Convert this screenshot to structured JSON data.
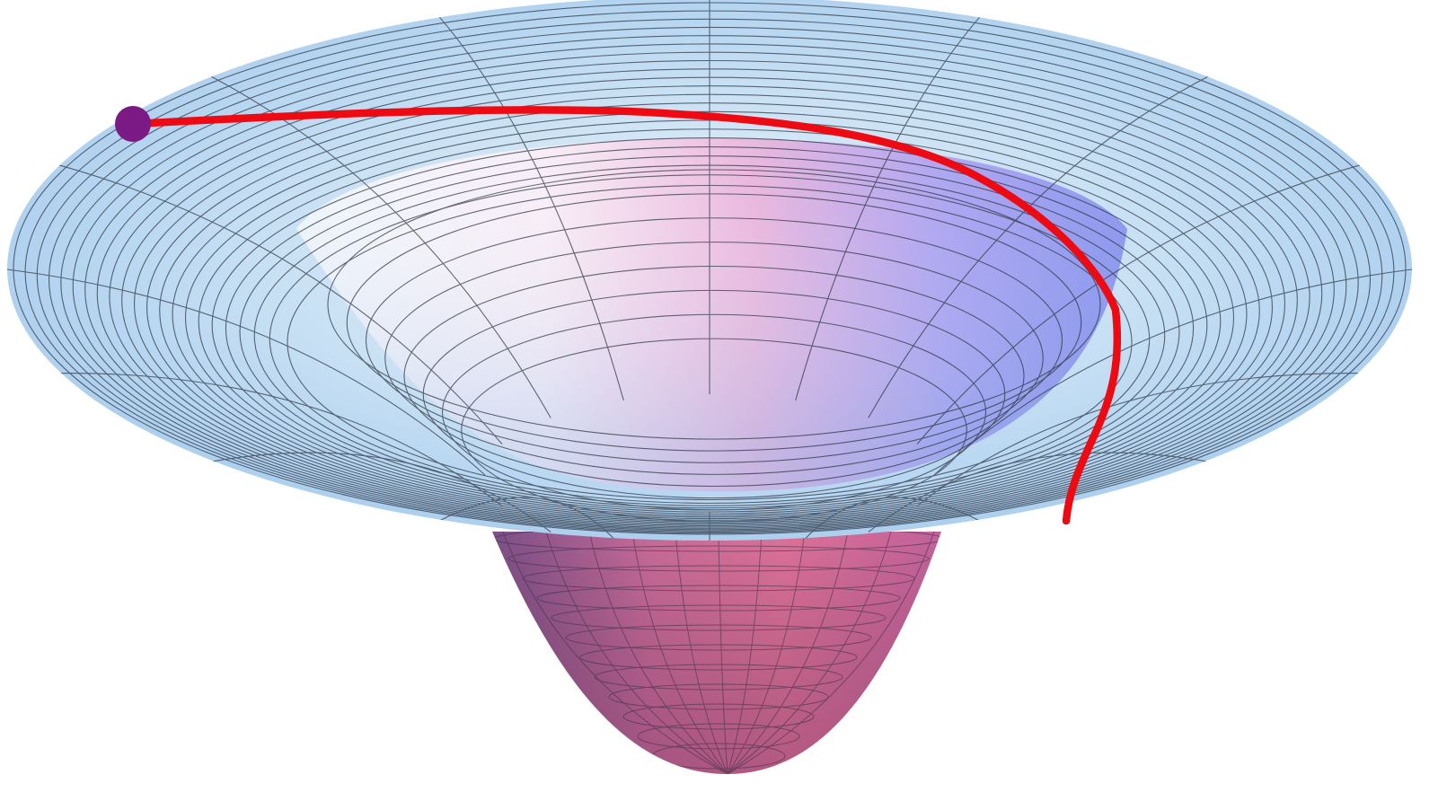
{
  "figure": {
    "colors": {
      "background": "#ffffff",
      "outer_surface": "#a9cdee",
      "outer_surface_inner": "#d6e9f7",
      "funnel_light": "#f6eaf4",
      "funnel_pink": "#e6a9d6",
      "funnel_violet": "#8f86ee",
      "lower_funnel_pink": "#d46c98",
      "lower_funnel_dark": "#8a4f84",
      "grid_line": "#2b3440",
      "path": "#ee0a12",
      "ball": "#7b1a84"
    },
    "grid": {
      "rings": 22,
      "meridians": 16
    },
    "elements": [
      "outer-surface",
      "funnel-throat",
      "lower-funnel",
      "radial-grid",
      "trajectory-path",
      "particle-ball"
    ]
  }
}
